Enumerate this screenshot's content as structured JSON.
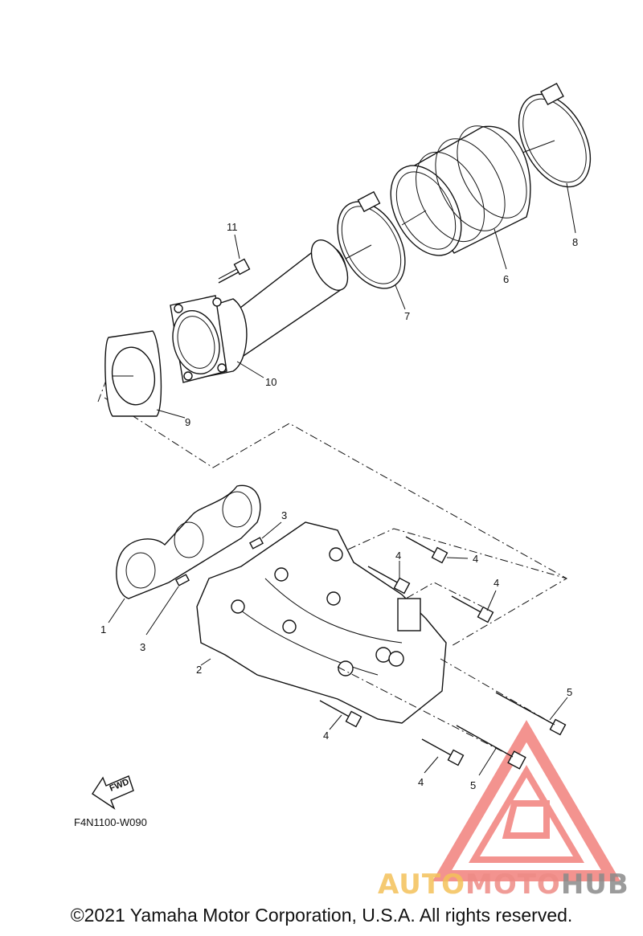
{
  "callouts": [
    {
      "id": "c1",
      "text": "1"
    },
    {
      "id": "c2",
      "text": "2"
    },
    {
      "id": "c3a",
      "text": "3"
    },
    {
      "id": "c3b",
      "text": "3"
    },
    {
      "id": "c4a",
      "text": "4"
    },
    {
      "id": "c4b",
      "text": "4"
    },
    {
      "id": "c4c",
      "text": "4"
    },
    {
      "id": "c4d",
      "text": "4"
    },
    {
      "id": "c4e",
      "text": "4"
    },
    {
      "id": "c5a",
      "text": "5"
    },
    {
      "id": "c5b",
      "text": "5"
    },
    {
      "id": "c6",
      "text": "6"
    },
    {
      "id": "c7",
      "text": "7"
    },
    {
      "id": "c8",
      "text": "8"
    },
    {
      "id": "c9",
      "text": "9"
    },
    {
      "id": "c10",
      "text": "10"
    },
    {
      "id": "c11",
      "text": "11"
    }
  ],
  "fwd_label": "FWD",
  "diagram_code": "F4N1100-W090",
  "watermark": {
    "part1": "AUTO",
    "part2": "MOTO",
    "part3": "HUB",
    "colors": {
      "auto": "#f4c15a",
      "moto": "#ee8b86",
      "hub": "#8a8a8a",
      "logo": "#ef6f6a"
    }
  },
  "copyright": "©2021 Yamaha Motor Corporation, U.S.A. All rights reserved."
}
